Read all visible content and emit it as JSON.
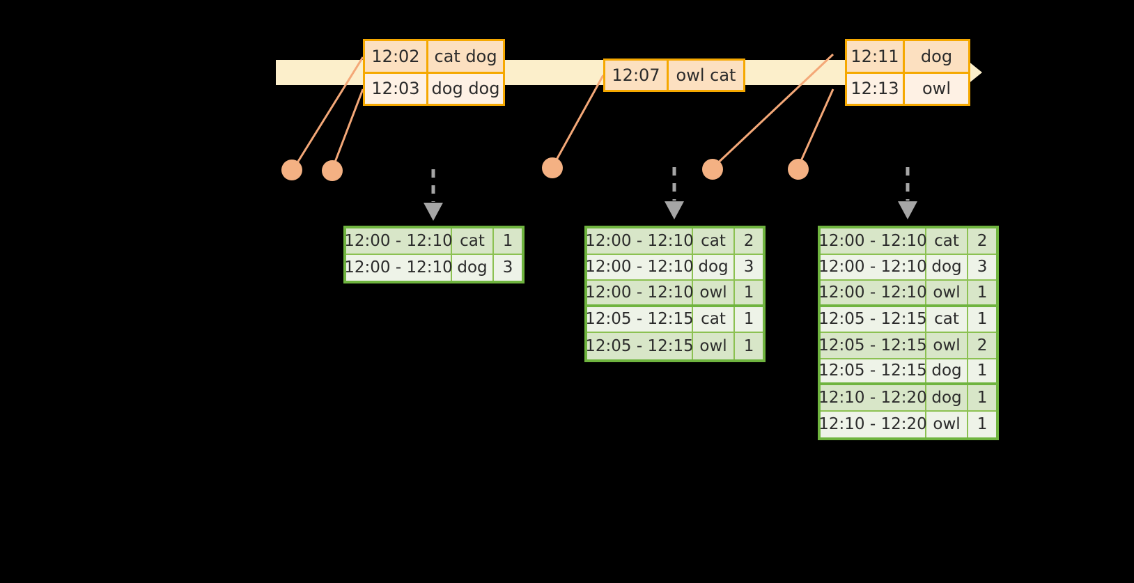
{
  "colors": {
    "timeline_fill": "#FCEFCB",
    "event_border": "#F5A800",
    "event_fill": "#FEF1E4",
    "event_fill_shade": "#FCE0C0",
    "dot": "#F4B183",
    "leader_line": "#F4A878",
    "table_border": "#6FB43F",
    "table_gridline": "#8CC152",
    "table_fill": "#EEF3E8",
    "table_fill_alt": "#D8E6C8",
    "arrow_gray": "#A6A6A6",
    "background": "#000000"
  },
  "timeline": {
    "name": "event-stream-timeline",
    "events": [
      {
        "id": "event-group-1",
        "rows": [
          {
            "time": "12:02",
            "words": "cat dog",
            "shaded": true
          },
          {
            "time": "12:03",
            "words": "dog dog",
            "shaded": false
          }
        ]
      },
      {
        "id": "event-group-2",
        "rows": [
          {
            "time": "12:07",
            "words": "owl cat",
            "shaded": true
          }
        ]
      },
      {
        "id": "event-group-3",
        "rows": [
          {
            "time": "12:11",
            "words": "dog",
            "shaded": true
          },
          {
            "time": "12:13",
            "words": "owl",
            "shaded": false
          }
        ]
      }
    ]
  },
  "tables": [
    {
      "id": "result-table-1",
      "columns": [
        "window",
        "word",
        "count"
      ],
      "rows": [
        {
          "window": "12:00 - 12:10",
          "word": "cat",
          "count": "1",
          "alt": true,
          "group_end": false
        },
        {
          "window": "12:00 - 12:10",
          "word": "dog",
          "count": "3",
          "alt": false,
          "group_end": false
        }
      ]
    },
    {
      "id": "result-table-2",
      "columns": [
        "window",
        "word",
        "count"
      ],
      "rows": [
        {
          "window": "12:00 - 12:10",
          "word": "cat",
          "count": "2",
          "alt": true,
          "group_end": false
        },
        {
          "window": "12:00 - 12:10",
          "word": "dog",
          "count": "3",
          "alt": false,
          "group_end": false
        },
        {
          "window": "12:00 - 12:10",
          "word": "owl",
          "count": "1",
          "alt": true,
          "group_end": true
        },
        {
          "window": "12:05 - 12:15",
          "word": "cat",
          "count": "1",
          "alt": false,
          "group_end": false
        },
        {
          "window": "12:05 - 12:15",
          "word": "owl",
          "count": "1",
          "alt": true,
          "group_end": false
        }
      ]
    },
    {
      "id": "result-table-3",
      "columns": [
        "window",
        "word",
        "count"
      ],
      "rows": [
        {
          "window": "12:00 - 12:10",
          "word": "cat",
          "count": "2",
          "alt": true,
          "group_end": false
        },
        {
          "window": "12:00 - 12:10",
          "word": "dog",
          "count": "3",
          "alt": false,
          "group_end": false
        },
        {
          "window": "12:00 - 12:10",
          "word": "owl",
          "count": "1",
          "alt": true,
          "group_end": true
        },
        {
          "window": "12:05 - 12:15",
          "word": "cat",
          "count": "1",
          "alt": false,
          "group_end": false
        },
        {
          "window": "12:05 - 12:15",
          "word": "owl",
          "count": "2",
          "alt": true,
          "group_end": false
        },
        {
          "window": "12:05 - 12:15",
          "word": "dog",
          "count": "1",
          "alt": false,
          "group_end": true
        },
        {
          "window": "12:10 - 12:20",
          "word": "dog",
          "count": "1",
          "alt": true,
          "group_end": false
        },
        {
          "window": "12:10 - 12:20",
          "word": "owl",
          "count": "1",
          "alt": false,
          "group_end": false
        }
      ]
    }
  ],
  "dots": [
    {
      "name": "event-dot-1"
    },
    {
      "name": "event-dot-2"
    },
    {
      "name": "event-dot-3"
    },
    {
      "name": "event-dot-4"
    },
    {
      "name": "event-dot-5"
    }
  ]
}
